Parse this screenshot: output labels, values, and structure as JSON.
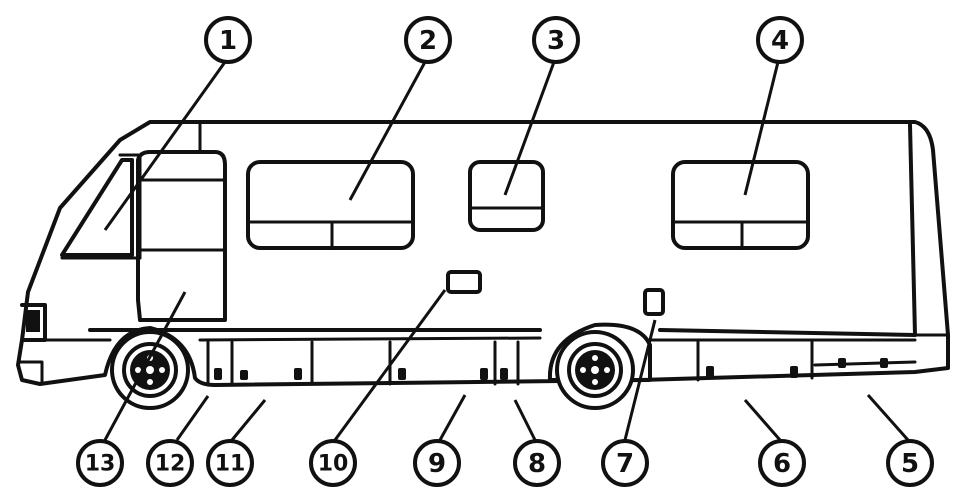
{
  "callouts": {
    "c1": "1",
    "c2": "2",
    "c3": "3",
    "c4": "4",
    "c5": "5",
    "c6": "6",
    "c7": "7",
    "c8": "8",
    "c9": "9",
    "c10": "10",
    "c11": "11",
    "c12": "12",
    "c13": "13"
  },
  "colors": {
    "ink": "#111111",
    "background": "#ffffff"
  }
}
